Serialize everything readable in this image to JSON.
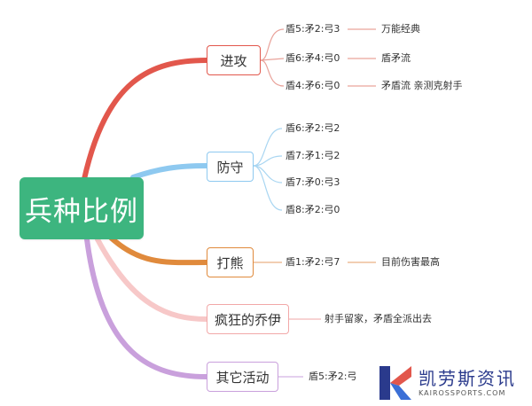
{
  "root": {
    "label": "兵种比例"
  },
  "branches": [
    {
      "label": "进攻",
      "color": "#e2574c",
      "items": [
        {
          "ratio": "盾5:矛2:弓3",
          "note": "万能经典"
        },
        {
          "ratio": "盾6:矛4:弓0",
          "note": "盾矛流"
        },
        {
          "ratio": "盾4:矛6:弓0",
          "note": "矛盾流 亲测克射手"
        }
      ]
    },
    {
      "label": "防守",
      "color": "#8ec9f0",
      "items": [
        {
          "ratio": "盾6:矛2:弓2"
        },
        {
          "ratio": "盾7:矛1:弓2"
        },
        {
          "ratio": "盾7:矛0:弓3"
        },
        {
          "ratio": "盾8:矛2:弓0"
        }
      ]
    },
    {
      "label": "打熊",
      "color": "#e08a3c",
      "items": [
        {
          "ratio": "盾1:矛2:弓7",
          "note": "目前伤害最高"
        }
      ]
    },
    {
      "label": "疯狂的乔伊",
      "color": "#f2a8a8",
      "note": "射手留家，矛盾全派出去"
    },
    {
      "label": "其它活动",
      "color": "#c9a0dc",
      "items": [
        {
          "ratio": "盾5:矛2:弓"
        }
      ]
    }
  ],
  "watermark": {
    "name": "凯劳斯资讯",
    "domain": "KAIROSSPORTS.COM"
  }
}
